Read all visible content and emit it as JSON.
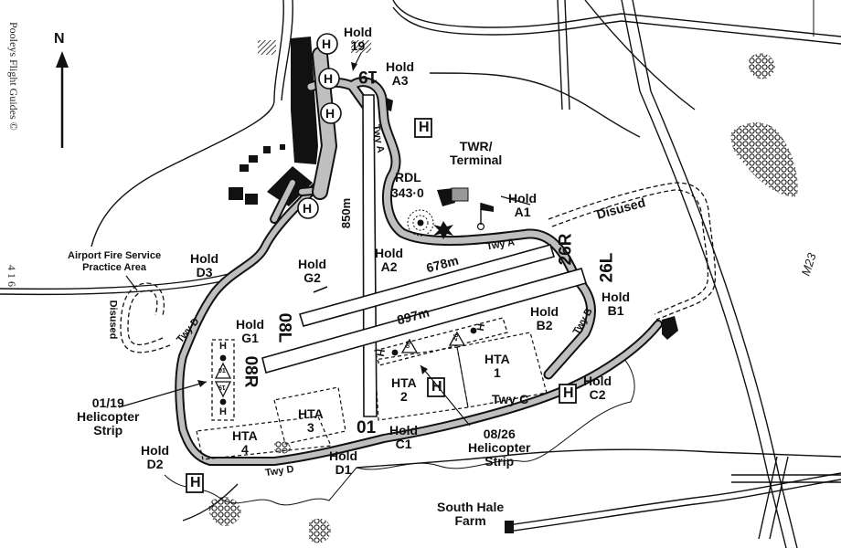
{
  "publisher": "Pooleys Flight Guides ©",
  "page_number": "4 1 6",
  "north": "N",
  "runways": {
    "main_length": "897m",
    "main_west_end": "08R",
    "main_east_end": "26L",
    "parallel_length": "678m",
    "parallel_west_end": "08L",
    "parallel_east_end": "26R",
    "cross_length": "850m",
    "cross_south_end": "01",
    "cross_north_end": "19"
  },
  "labels": {
    "hold19": "Hold\n19",
    "holdA3": "Hold\nA3",
    "twrTerminal": "TWR/\nTerminal",
    "rdl": "RDL",
    "rdlFreq": "343·0",
    "holdA1": "Hold\nA1",
    "disusedEast": "Disused",
    "holdA2": "Hold\nA2",
    "twyA_north": "Twy A",
    "twyA_east": "Twy A",
    "holdG2": "Hold\nG2",
    "holdD3": "Hold\nD3",
    "fireService": "Airport Fire Service\nPractice Area",
    "disusedWest": "Disused",
    "holdG1": "Hold\nG1",
    "twyD_west": "Twy D",
    "twyD_south": "Twy D",
    "twyB": "Twy B",
    "holdB2": "Hold\nB2",
    "holdB1": "Hold\nB1",
    "hta1": "HTA\n1",
    "hta2": "HTA\n2",
    "hta3": "HTA\n3",
    "hta4": "HTA\n4",
    "heliStrip0119": "01/19\nHelicopter\nStrip",
    "heliStrip0826": "08/26\nHelicopter\nStrip",
    "twyC": "Twy C",
    "holdC1": "Hold\nC1",
    "holdC2": "Hold\nC2",
    "holdD1": "Hold\nD1",
    "holdD2": "Hold\nD2",
    "southHaleFarm": "South Hale\nFarm",
    "m23": "M23",
    "heli_H": "H",
    "strip_01": "01",
    "strip_19": "19",
    "strip_08": "08",
    "strip_26": "26"
  },
  "colors": {
    "paved": "#bfbfbf",
    "outline": "#111111",
    "building": "#111111"
  }
}
